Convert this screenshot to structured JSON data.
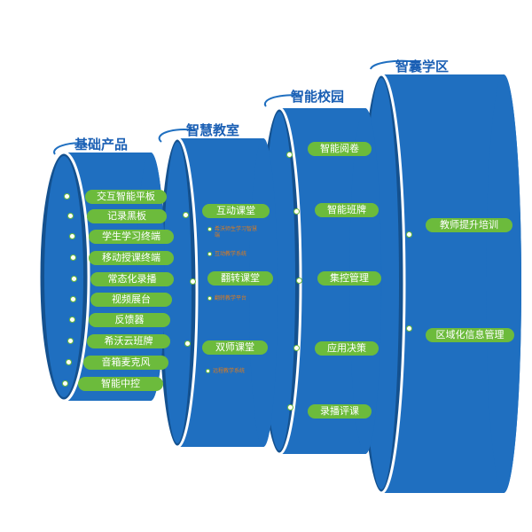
{
  "columns": [
    {
      "title": "基础产品",
      "items": [
        "交互智能平板",
        "记录黑板",
        "学生学习终端",
        "移动授课终端",
        "常态化录播",
        "视频展台",
        "反馈器",
        "希沃云班牌",
        "音箱麦克风",
        "智能中控"
      ]
    },
    {
      "title": "智慧教室",
      "items": [
        {
          "label": "互动课堂",
          "subs": [
            "希沃师生学习智慧端",
            "互动教学系统"
          ]
        },
        {
          "label": "翻转课堂",
          "subs": [
            "翻转教学平台"
          ]
        },
        {
          "label": "双师课堂",
          "subs": [
            "远程教学系统"
          ]
        }
      ]
    },
    {
      "title": "智能校园",
      "items": [
        "智能阅卷",
        "智能班牌",
        "集控管理",
        "应用决策",
        "录播评课"
      ]
    },
    {
      "title": "智囊学区",
      "items": [
        "教师提升培训",
        "区域化信息管理"
      ]
    }
  ],
  "colors": {
    "cylinder": "#1f6fc0",
    "cylinder_dark": "#14518f",
    "pill": "#6cbb3c",
    "title": "#1a5fb4",
    "sub_text": "#e07b1a"
  }
}
